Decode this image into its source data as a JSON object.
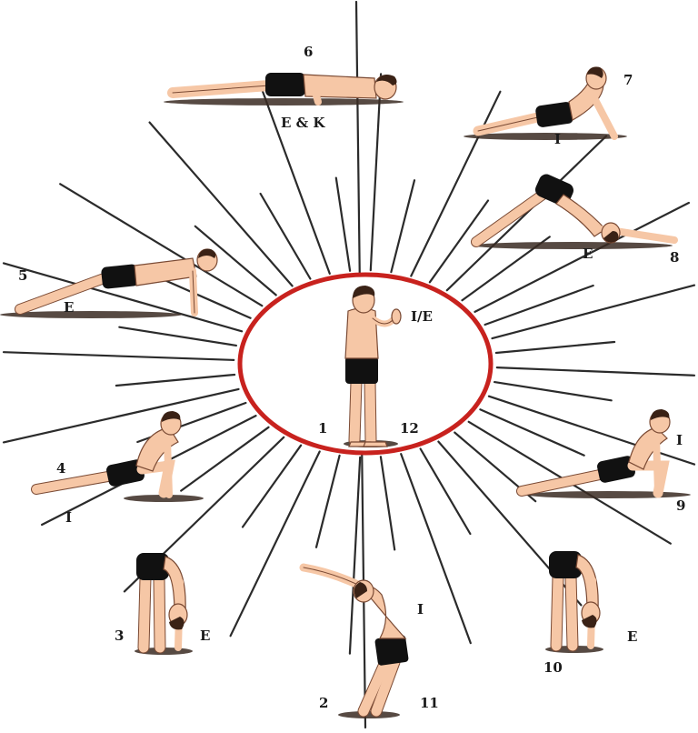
{
  "labels": {
    "p1": "1",
    "p2": "2",
    "p3": "3",
    "p4": "4",
    "p5": "5",
    "p6": "6",
    "p7": "7",
    "p8": "8",
    "p9": "9",
    "p10": "10",
    "p11": "11",
    "p12": "12",
    "center_breath": "I/E",
    "breath_2_11": "I",
    "breath_3": "E",
    "breath_4": "I",
    "breath_5": "E",
    "breath_6": "E & K",
    "breath_7": "I",
    "breath_8": "E",
    "breath_9": "I",
    "breath_10": "E"
  },
  "colors": {
    "ring": "#c8221e",
    "rays": "#2b2b2b",
    "skin": "#f6c7a6",
    "shorts": "#111111",
    "hair": "#3a2216"
  }
}
